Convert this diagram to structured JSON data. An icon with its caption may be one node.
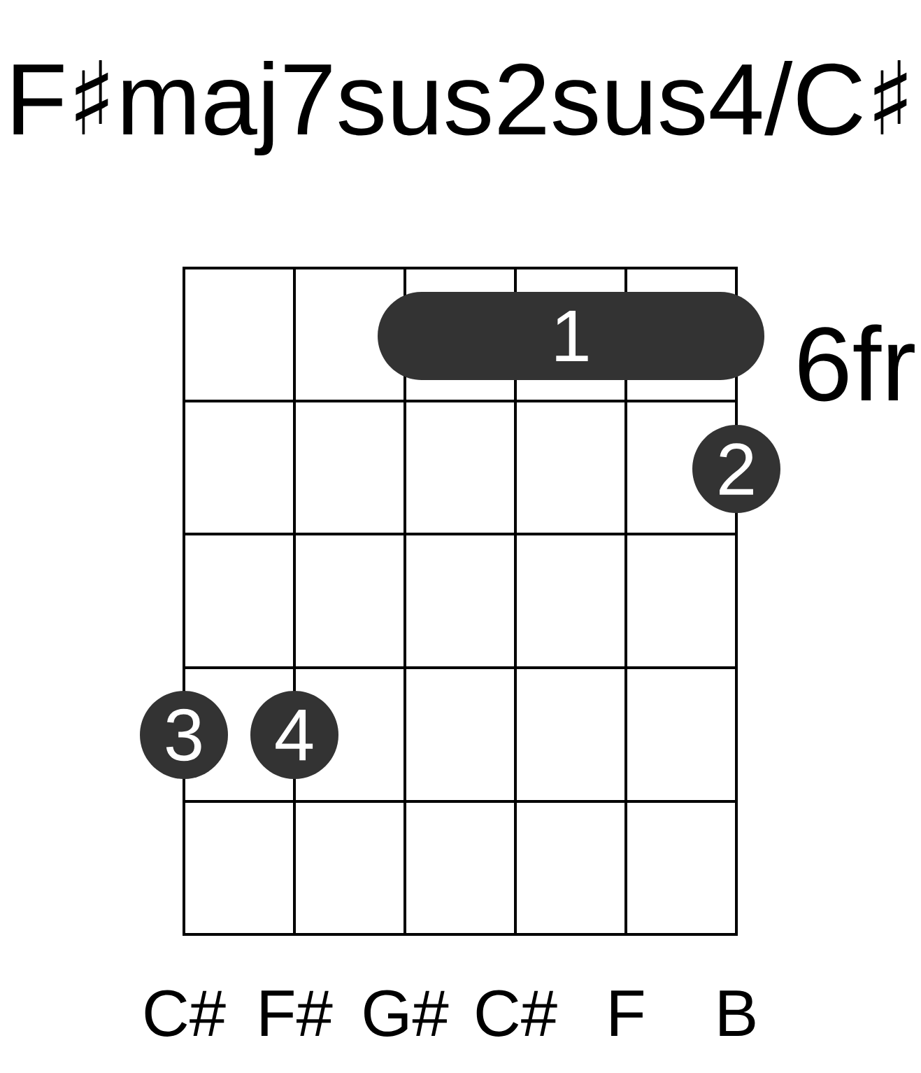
{
  "diagram": {
    "title": "F♯maj7sus2sus4/C♯",
    "nodes": [
      {
        "text": [
          "1"
        ]
      },
      {
        "text": [
          "2"
        ]
      },
      {
        "text": [
          "3"
        ]
      },
      {
        "text": [
          "4"
        ]
      }
    ],
    "labels": [
      "6fr",
      "C#",
      "F#",
      "G#",
      "C#",
      "F",
      "B"
    ]
  }
}
